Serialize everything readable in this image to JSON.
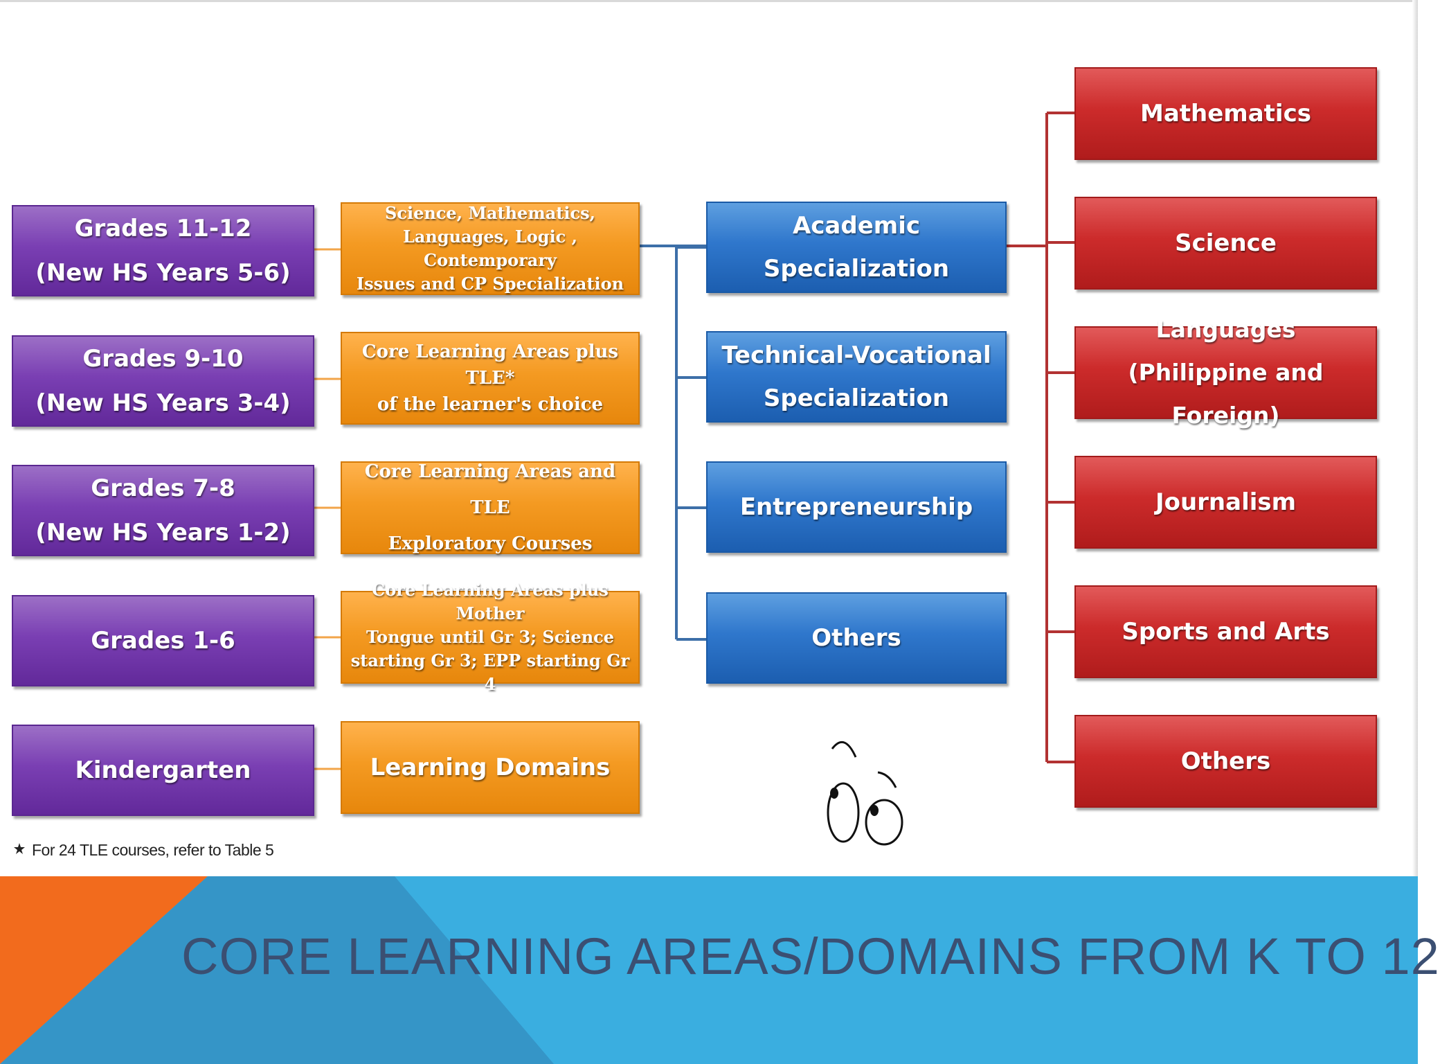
{
  "slide": {
    "title": "CORE LEARNING AREAS/DOMAINS FROM K TO 12",
    "footnote": "For 24 TLE courses, refer to Table 5",
    "footnote_marker": "star-icon"
  },
  "levels": [
    {
      "grade": "Grades 11-12\n(New HS Years 5-6)",
      "areas": "Science, Mathematics,\nLanguages, Logic , Contemporary\nIssues and CP Specialization"
    },
    {
      "grade": "Grades 9-10\n(New HS Years 3-4)",
      "areas": "Core Learning Areas plus TLE*\nof the learner's choice"
    },
    {
      "grade": "Grades 7-8\n(New HS Years 1-2)",
      "areas": "Core Learning Areas and TLE\nExploratory Courses"
    },
    {
      "grade": "Grades 1-6",
      "areas": "Core Learning Areas plus Mother\nTongue until Gr 3; Science\nstarting Gr 3; EPP starting Gr 4"
    },
    {
      "grade": "Kindergarten",
      "areas": "Learning Domains"
    }
  ],
  "specializations": [
    "Academic\nSpecialization",
    "Technical-Vocational\nSpecialization",
    "Entrepreneurship",
    "Others"
  ],
  "academic_subjects": [
    "Mathematics",
    "Science",
    "Languages\n(Philippine and Foreign)",
    "Journalism",
    "Sports and Arts",
    "Others"
  ],
  "colors": {
    "grade_boxes": "#7a3fb3",
    "area_boxes": "#f49a22",
    "specialization_boxes": "#2f77cc",
    "subject_boxes": "#cc2b2b",
    "banner_blue": "#3aaee0",
    "banner_orange": "#f26b1d",
    "title_text": "#3b4f72"
  },
  "decoration": "worried-eyes-icon"
}
